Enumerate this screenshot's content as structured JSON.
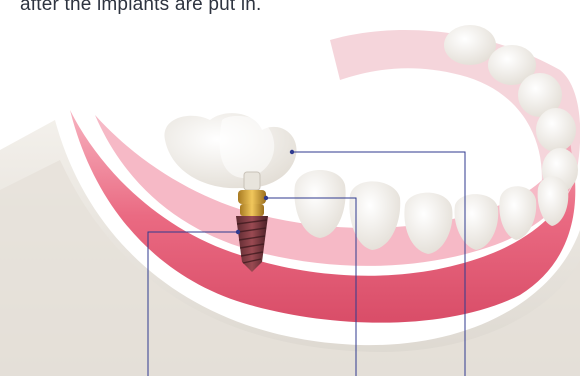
{
  "caption": {
    "text": "after the implants are put in."
  },
  "colors": {
    "background": "#ffffff",
    "leader_line": "#2f3a8f",
    "gum": "#e85a74",
    "gum_light": "#f6a5b4",
    "tooth": "#f4f1ec",
    "jaw_base": "#e9e5df",
    "implant_screw": "#7a3a40",
    "abutment_gold": "#d6a43a"
  },
  "illustration": {
    "subject": "lower-jaw-dental-implant",
    "callouts": [
      "crown-callout",
      "abutment-callout",
      "implant-post-callout"
    ]
  }
}
